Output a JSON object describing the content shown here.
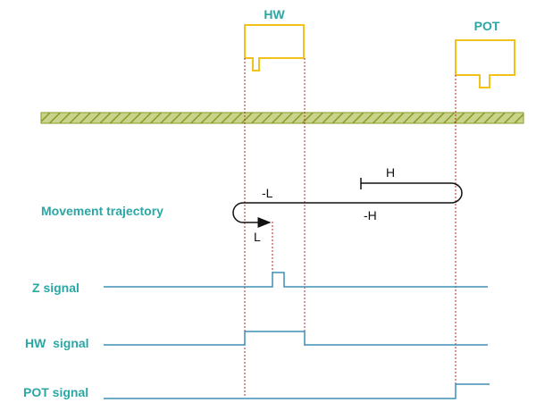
{
  "colors": {
    "switch": "#f2c21b",
    "signal": "#3d8fb3",
    "label": "#2aa7a4",
    "guide": "#b02a2a",
    "ground_fill": "#c9d48a",
    "ground_hatch": "#8a9a2a",
    "trajectory": "#111111"
  },
  "switches": {
    "hw": "HW",
    "pot": "POT"
  },
  "trajectory": {
    "title": "Movement trajectory",
    "segments": {
      "h": "H",
      "neg_l": "-L",
      "neg_h": "-H",
      "l": "L"
    }
  },
  "signals": {
    "z": "Z signal",
    "hw": "HW  signal",
    "pot": "POT signal"
  }
}
